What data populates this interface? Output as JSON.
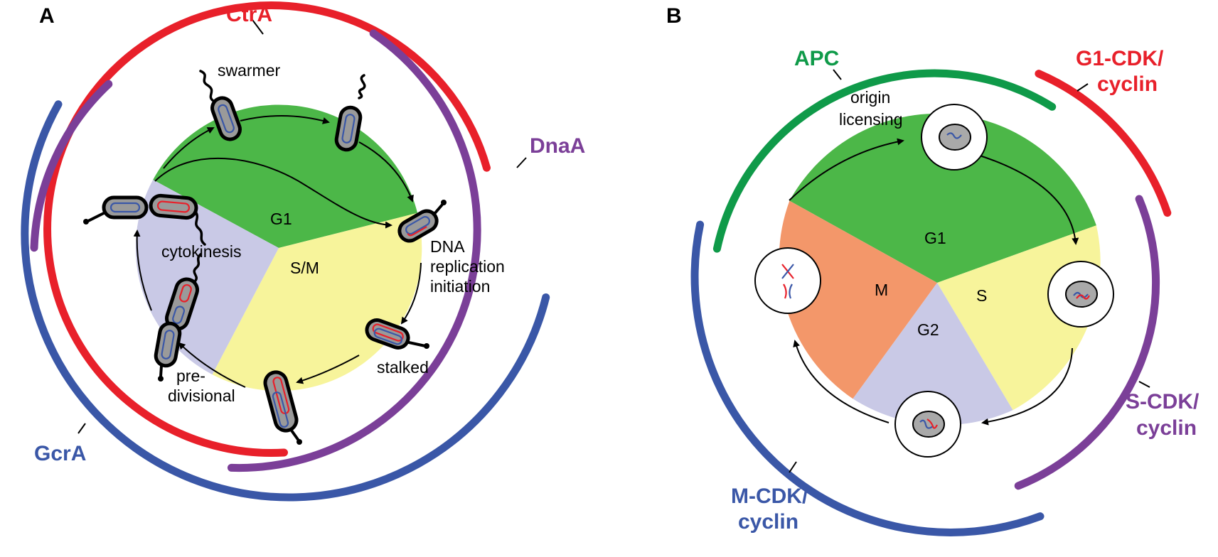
{
  "colors": {
    "red": "#e8202a",
    "purple": "#7b3f98",
    "blue": "#3a57a7",
    "green": "#0f9a49",
    "g1_fill": "#4cb748",
    "sm_fill": "#f7f49b",
    "lav_fill": "#c9c9e6",
    "m_fill": "#f3976a"
  },
  "panel_a": {
    "letter": "A",
    "regulators": {
      "ctra": "CtrA",
      "dnaa": "DnaA",
      "gcra": "GcrA"
    },
    "phases": {
      "g1": "G1",
      "sm": "S/M",
      "cytokinesis": "cytokinesis"
    },
    "stages": {
      "swarmer": "swarmer",
      "dna_line1": "DNA",
      "dna_line2": "replication",
      "dna_line3": "initiation",
      "stalked": "stalked",
      "pre_line1": "pre-",
      "pre_line2": "divisional"
    }
  },
  "panel_b": {
    "letter": "B",
    "regulators": {
      "apc": "APC",
      "g1cdk_line1": "G1-CDK/",
      "g1cdk_line2": "cyclin",
      "scdk_line1": "S-CDK/",
      "scdk_line2": "cyclin",
      "mcdk_line1": "M-CDK/",
      "mcdk_line2": "cyclin"
    },
    "phases": {
      "g1": "G1",
      "s": "S",
      "g2": "G2",
      "m": "M"
    },
    "stages": {
      "origin_line1": "origin",
      "origin_line2": "licensing"
    }
  }
}
